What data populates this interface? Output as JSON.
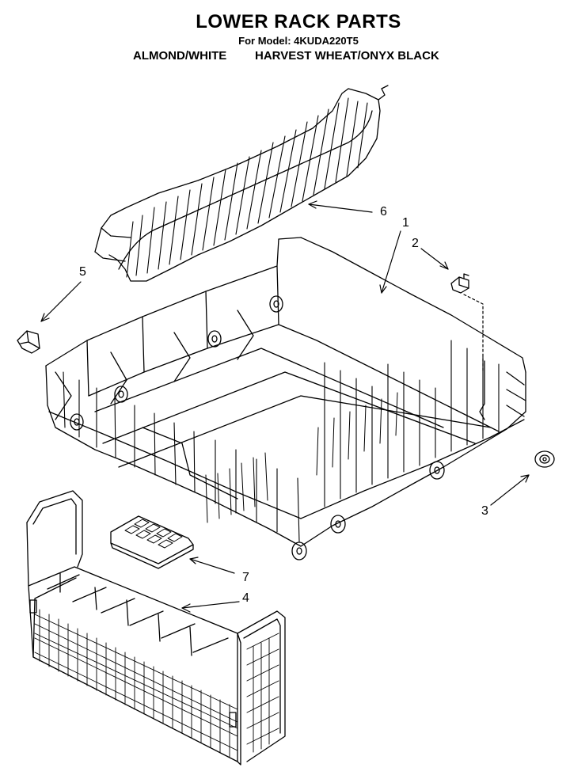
{
  "header": {
    "title": "LOWER RACK PARTS",
    "model": "For Model: 4KUDA220T5",
    "color_options": [
      "ALMOND/WHITE",
      "HARVEST WHEAT/ONYX BLACK"
    ]
  },
  "callouts": [
    "1",
    "2",
    "3",
    "4",
    "5",
    "6",
    "7"
  ],
  "colors": {
    "line": "#000000",
    "background": "#ffffff"
  }
}
